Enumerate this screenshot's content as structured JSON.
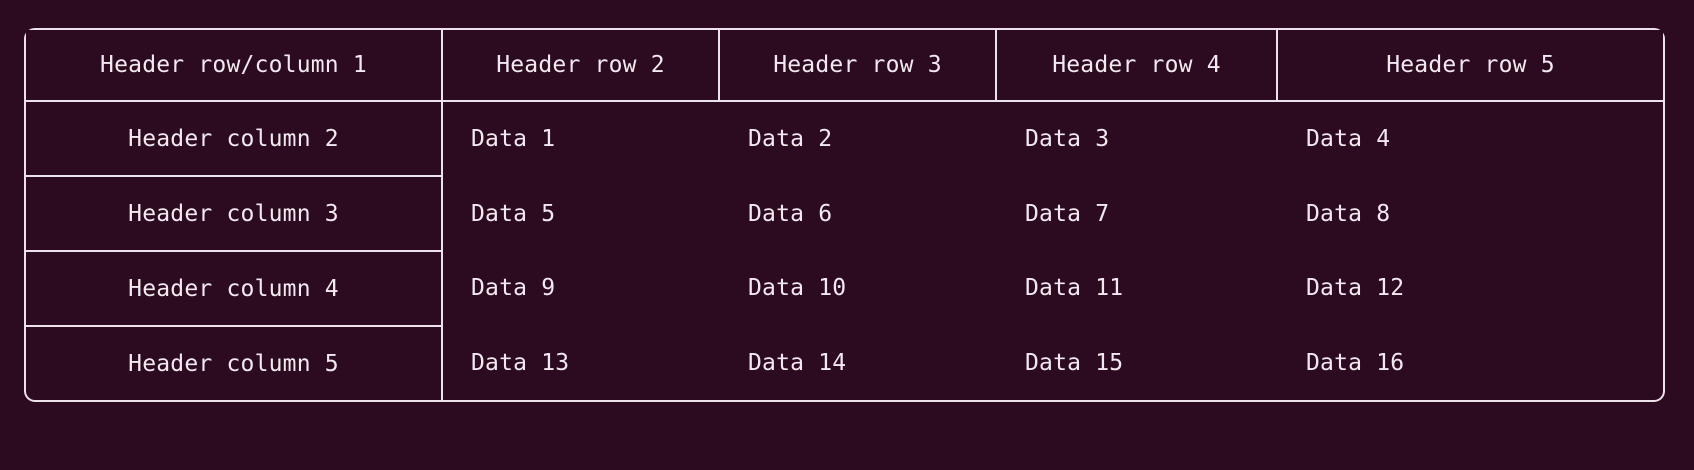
{
  "table": {
    "colors": {
      "background": "#2c0a20",
      "border": "#ece2ea",
      "text": "#f2e9f0"
    },
    "corner_header": "Header row/column 1",
    "column_headers": [
      "Header row 2",
      "Header row 3",
      "Header row 4",
      "Header row 5"
    ],
    "row_headers": [
      "Header column 2",
      "Header column 3",
      "Header column 4",
      "Header column 5"
    ],
    "rows": [
      [
        "Data 1",
        "Data 2",
        "Data 3",
        "Data 4"
      ],
      [
        "Data 5",
        "Data 6",
        "Data 7",
        "Data 8"
      ],
      [
        "Data 9",
        "Data 10",
        "Data 11",
        "Data 12"
      ],
      [
        "Data 13",
        "Data 14",
        "Data 15",
        "Data 16"
      ]
    ]
  }
}
